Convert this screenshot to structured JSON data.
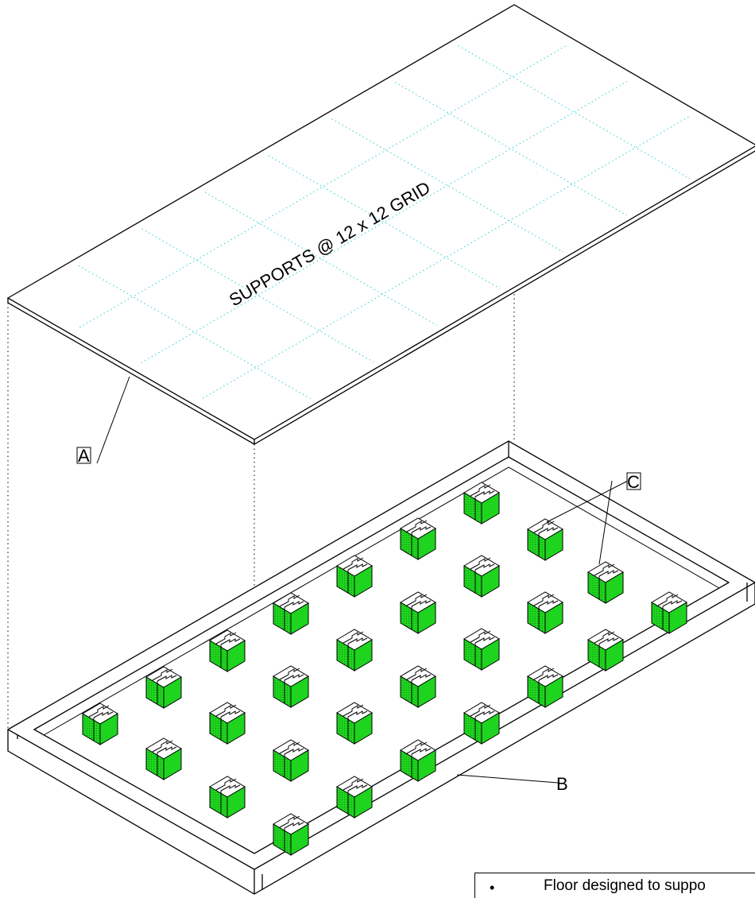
{
  "panel": {
    "grid_note": "SUPPORTS @ 12 x 12 GRID"
  },
  "callouts": {
    "a": "A",
    "b": "B",
    "c": "C"
  },
  "note": {
    "bullet": "•",
    "text": "Floor designed to suppo"
  },
  "colors": {
    "support_fill": "#1fd41f",
    "support_dark": "#119911",
    "grid_line": "#33cccc",
    "line": "#000000"
  }
}
